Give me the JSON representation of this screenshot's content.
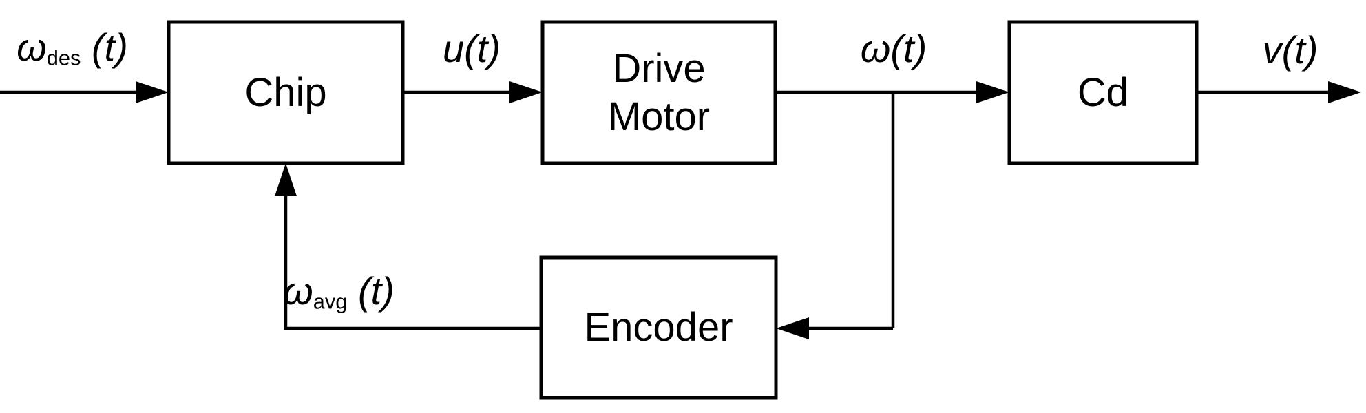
{
  "figure": {
    "type": "control-system-block-diagram",
    "colors": {
      "background": "#ffffff",
      "line": "#000000",
      "text": "#000000"
    },
    "blocks": {
      "chip": {
        "label": "Chip"
      },
      "drive_motor": {
        "line1": "Drive",
        "line2": "Motor"
      },
      "cd": {
        "label": "Cd"
      },
      "encoder": {
        "label": "Encoder"
      }
    },
    "signals": {
      "omega_des": {
        "symbol": "ω",
        "subscript": "des",
        "arg": " (t)"
      },
      "u": {
        "symbol": "u",
        "arg": "(t)"
      },
      "omega": {
        "symbol": "ω",
        "arg": "(t)"
      },
      "v": {
        "symbol": "v",
        "arg": "(t)"
      },
      "omega_avg": {
        "symbol": "ω",
        "subscript": "avg",
        "arg": " (t)"
      }
    },
    "connections": [
      {
        "from": "input",
        "to": "Chip",
        "signal": "ω_des(t)"
      },
      {
        "from": "Chip",
        "to": "Drive Motor",
        "signal": "u(t)"
      },
      {
        "from": "Drive Motor",
        "to": "Cd",
        "signal": "ω(t)"
      },
      {
        "from": "Cd",
        "to": "output",
        "signal": "v(t)"
      },
      {
        "from": "ω(t) branch",
        "to": "Encoder",
        "signal": "ω(t)"
      },
      {
        "from": "Encoder",
        "to": "Chip",
        "signal": "ω_avg(t)"
      }
    ]
  }
}
